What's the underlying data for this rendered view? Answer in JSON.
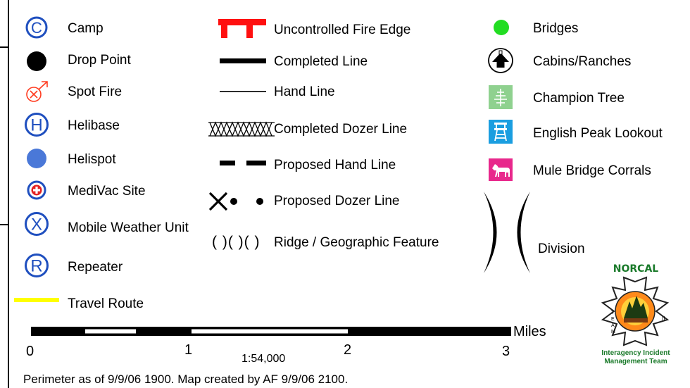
{
  "legend": {
    "column1": [
      {
        "label": "Camp",
        "icon": "camp-icon",
        "color": "#1f4fbf"
      },
      {
        "label": "Drop Point",
        "icon": "drop-point-icon",
        "color": "#000000"
      },
      {
        "label": "Spot Fire",
        "icon": "spot-fire-icon",
        "color": "#ff3b1f"
      },
      {
        "label": "Helibase",
        "icon": "helibase-icon",
        "color": "#1f4fbf"
      },
      {
        "label": "Helispot",
        "icon": "helispot-icon",
        "color": "#4a78d8"
      },
      {
        "label": "MediVac Site",
        "icon": "medivac-icon",
        "color": "#1f4fbf"
      },
      {
        "label": "Mobile Weather Unit",
        "icon": "weather-unit-icon",
        "color": "#1f4fbf"
      },
      {
        "label": "Repeater",
        "icon": "repeater-icon",
        "color": "#1f4fbf"
      },
      {
        "label": "Travel Route",
        "icon": "travel-route-line",
        "color": "#ffff00"
      }
    ],
    "column2": [
      {
        "label": "Uncontrolled Fire Edge",
        "icon": "uncontrolled-fire-edge-line",
        "color": "#ff1010"
      },
      {
        "label": "Completed Line",
        "icon": "completed-line",
        "color": "#000000"
      },
      {
        "label": "Hand Line",
        "icon": "hand-line",
        "color": "#000000"
      },
      {
        "label": "Completed Dozer Line",
        "icon": "completed-dozer-line",
        "color": "#000000"
      },
      {
        "label": "Proposed Hand Line",
        "icon": "proposed-hand-line",
        "color": "#000000"
      },
      {
        "label": "Proposed Dozer Line",
        "icon": "proposed-dozer-line",
        "color": "#000000"
      },
      {
        "label": "Ridge / Geographic Feature",
        "icon": "ridge-feature-line",
        "symbol_text": "( )( )( )",
        "color": "#000000"
      }
    ],
    "column3": [
      {
        "label": "Bridges",
        "icon": "bridges-icon",
        "color": "#22dd22"
      },
      {
        "label": "Cabins/Ranches",
        "icon": "cabins-icon",
        "color": "#000000"
      },
      {
        "label": "Champion Tree",
        "icon": "champion-tree-icon",
        "color": "#8fd18f"
      },
      {
        "label": "English Peak Lookout",
        "icon": "lookout-icon",
        "color": "#1a9ee0"
      },
      {
        "label": "Mule Bridge Corrals",
        "icon": "corrals-icon",
        "color": "#e8288c"
      },
      {
        "label": "Division",
        "icon": "division-icon",
        "color": "#000000"
      }
    ]
  },
  "scale": {
    "unit": "Miles",
    "ticks": [
      "0",
      "1",
      "2",
      "3"
    ],
    "ratio": "1:54,000"
  },
  "footer": "Perimeter as of 9/9/06 1900.  Map created by AF 9/9/06 2100.",
  "logo": {
    "top": "NORCAL",
    "bottom_line1": "Interagency Incident",
    "bottom_line2": "Management Team",
    "side_text": "TEAM",
    "roman": "II"
  }
}
